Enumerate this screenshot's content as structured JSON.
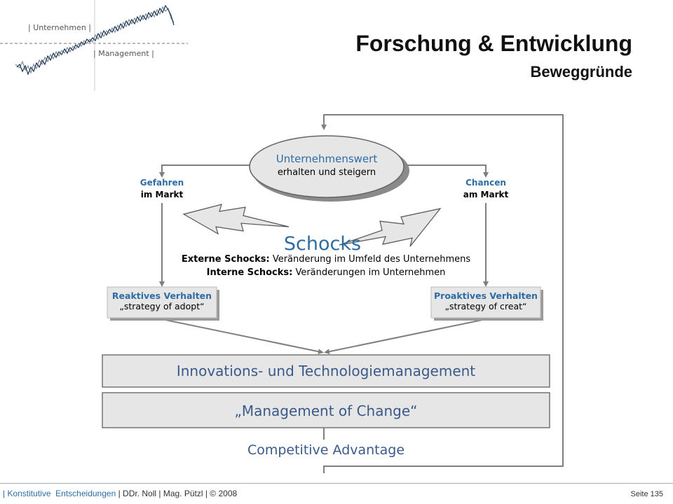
{
  "header": {
    "logo_top_label": "| Unternehmen |",
    "logo_bottom_label": "| Management |",
    "title": "Forschung & Entwicklung",
    "subtitle": "Beweggründe"
  },
  "diagram": {
    "oval": {
      "line1": "Unternehmenswert",
      "line2": "erhalten und steigern"
    },
    "left_label": {
      "line1": "Gefahren",
      "line2": "im Markt"
    },
    "right_label": {
      "line1": "Chancen",
      "line2": "am Markt"
    },
    "schocks": {
      "title": "Schocks",
      "external_key": "Externe Schocks:",
      "external_text": " Veränderung im Umfeld des Unternehmens",
      "internal_key": "Interne Schocks:",
      "internal_text": " Veränderungen im Unternehmen"
    },
    "left_box": {
      "line1": "Reaktives Verhalten",
      "line2": "„strategy of adopt“"
    },
    "right_box": {
      "line1": "Proaktives Verhalten",
      "line2": "„strategy of creat“"
    },
    "bar1": "Innovations- und Technologiemanagement",
    "bar2": "„Management of Change“",
    "outcome": "Competitive Advantage",
    "colors": {
      "accent_blue": "#2e6ca4",
      "bar_fill": "#e6e6e6",
      "line": "#7f7f7f"
    }
  },
  "footer": {
    "section": "Konstitutive",
    "section2": "Entscheidungen",
    "authors": "| DDr. Noll | Mag. Pützl | © 2008",
    "page": "Seite 135"
  }
}
